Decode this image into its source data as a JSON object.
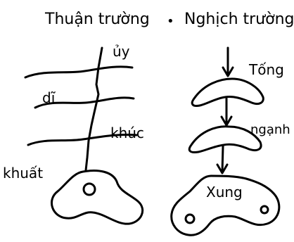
{
  "title": {
    "left": "Thuận trường",
    "separator": "•",
    "right": "Nghịch trường"
  },
  "left_diagram": {
    "labels": {
      "uy": "ủy",
      "di": "dĩ",
      "khuc": "khúc",
      "khuat": "khuất"
    }
  },
  "right_diagram": {
    "labels": {
      "tong": "Tống",
      "nganh": "ngạnh",
      "xung": "Xung"
    }
  }
}
